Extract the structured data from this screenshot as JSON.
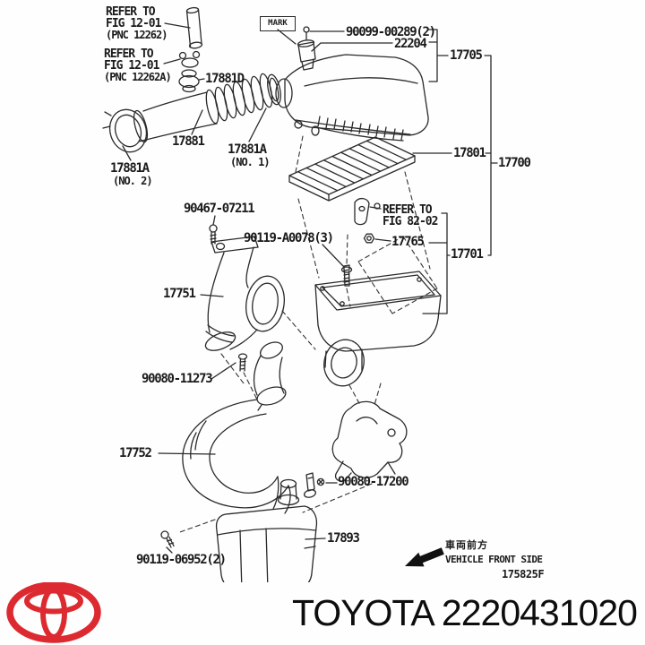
{
  "colors": {
    "line": "#2a2a2a",
    "dash": "#333333",
    "logo_red": "#dc2a30",
    "text": "#1b1b1b"
  },
  "diagram": {
    "mark_tag": "MARK",
    "refer_note_1": {
      "line1": "REFER TO",
      "line2": "FIG 12-01",
      "line3": "(PNC 12262)"
    },
    "refer_note_2": {
      "line1": "REFER TO",
      "line2": "FIG 12-01",
      "line3": "(PNC 12262A)"
    },
    "refer_note_3": {
      "line1": "REFER TO",
      "line2": "FIG 82-02"
    },
    "labels": {
      "p90099_00289": "90099-00289(2)",
      "p22204": "22204",
      "p17705": "17705",
      "p17881d": "17881D",
      "p17881": "17881",
      "p17881a_no1": "17881A",
      "p17881a_no1_sub": "(NO. 1)",
      "p17881a_no2": "17881A",
      "p17881a_no2_sub": "(NO. 2)",
      "p17801": "17801",
      "p17700": "17700",
      "p90467_07211": "90467-07211",
      "p17765": "17765",
      "p17701": "17701",
      "p90119_a0078": "90119-A0078(3)",
      "p17751": "17751",
      "p90080_11273": "90080-11273",
      "p17752": "17752",
      "p90080_17200": "90080-17200",
      "p17893": "17893",
      "p90119_06952": "90119-06952(2)"
    },
    "front_note": {
      "jp": "車両前方",
      "en": "VEHICLE FRONT SIDE"
    },
    "drawing_code": "175825F"
  },
  "footer": {
    "title": "TOYOTA 2220431020"
  }
}
